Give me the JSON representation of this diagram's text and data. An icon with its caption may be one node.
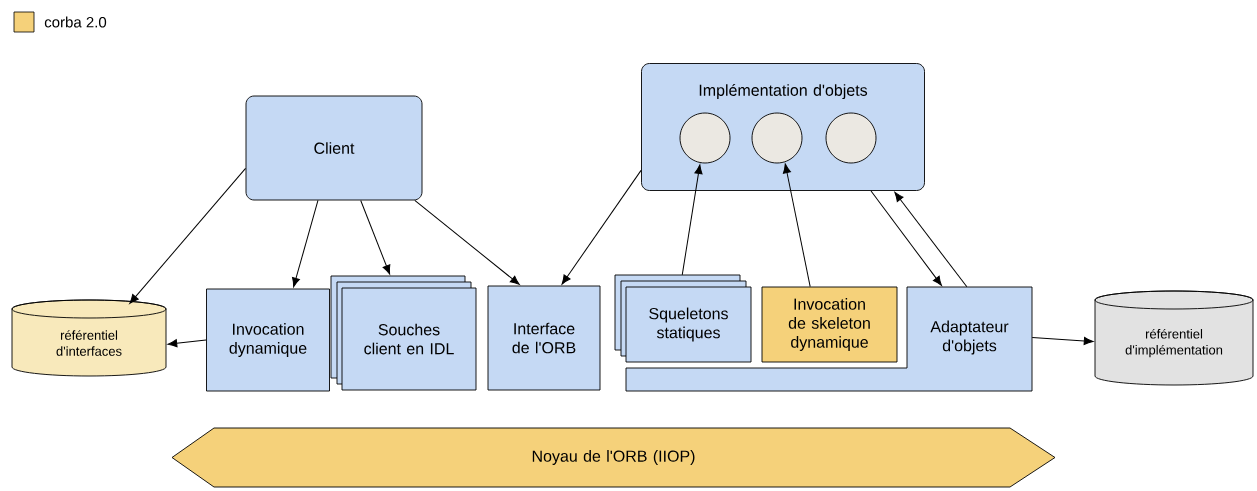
{
  "diagram": {
    "nodes": [
      {
        "text": [
          "Client"
        ]
      },
      {
        "text": [
          "Implémentation d'objets"
        ]
      },
      {
        "text": [],
        "shape": "circle",
        "in": 1
      },
      {
        "text": [],
        "shape": "circle",
        "in": 1
      },
      {
        "text": [],
        "shape": "circle",
        "in": 1
      },
      {
        "text": [
          "référentiel d'interfaces"
        ]
      },
      {
        "text": [
          "Invocation dynamique"
        ]
      },
      {
        "text": [
          "Souches client en IDL"
        ]
      },
      {
        "text": [
          "Interface de l'ORB"
        ]
      },
      {
        "text": [
          "Adaptateur d'objets"
        ]
      },
      {
        "text": [
          "Squeletons statiques"
        ]
      },
      {
        "text": [
          "Invocation de skeleton dynamique"
        ]
      },
      {
        "text": [
          "référentiel d'implémentation"
        ]
      },
      {
        "text": [
          "Noyau de l'ORB (IIOP)"
        ]
      }
    ],
    "edges": [
      {
        "from": 0,
        "to": 5,
        "arrow": "to"
      },
      {
        "from": 0,
        "to": 6,
        "arrow": "to"
      },
      {
        "from": 0,
        "to": 7,
        "arrow": "to"
      },
      {
        "from": 0,
        "to": 8,
        "arrow": "to"
      },
      {
        "from": 1,
        "to": 8,
        "arrow": "to"
      },
      {
        "from": 6,
        "to": 5,
        "arrow": "to"
      },
      {
        "from": 10,
        "to": 2,
        "arrow": "to"
      },
      {
        "from": 11,
        "to": 3,
        "arrow": "to"
      },
      {
        "from": 1,
        "to": 9,
        "arrow": "to"
      },
      {
        "from": 9,
        "to": 1,
        "arrow": "to"
      },
      {
        "from": 9,
        "to": 12,
        "arrow": "to"
      }
    ],
    "legend": [
      {
        "text": "corba 2.0",
        "color": "#f5d17a"
      }
    ]
  }
}
